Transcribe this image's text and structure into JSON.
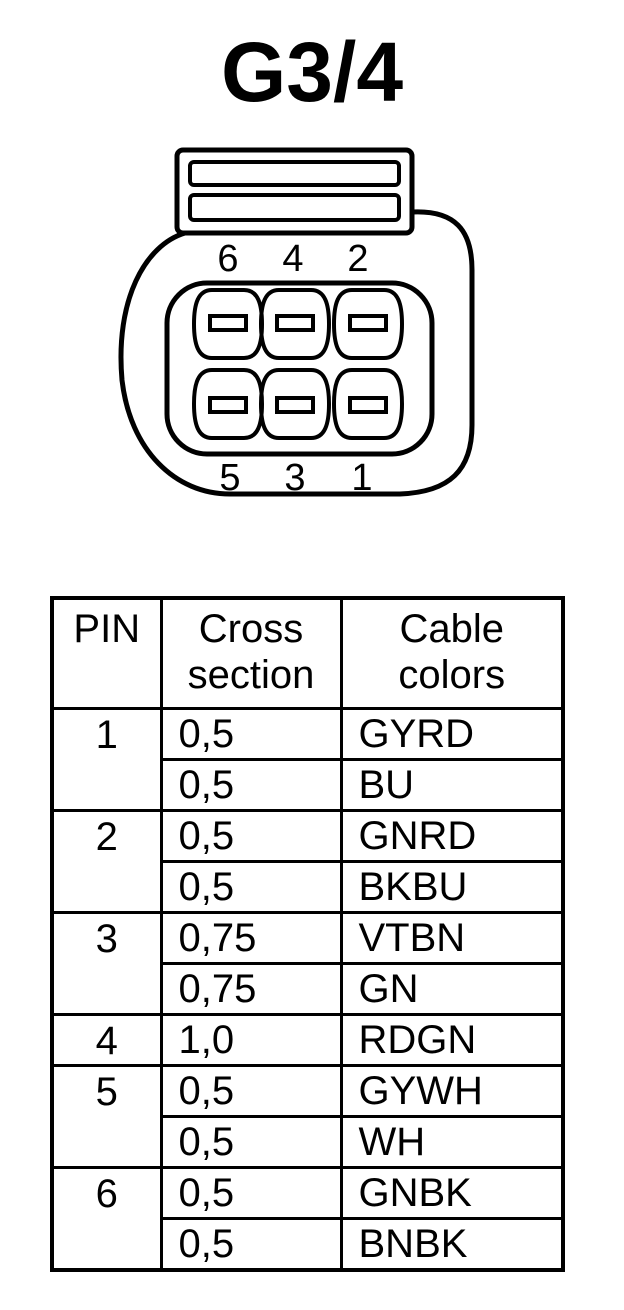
{
  "title": "G3/4",
  "connector": {
    "top_pins": [
      "6",
      "4",
      "2"
    ],
    "bottom_pins": [
      "5",
      "3",
      "1"
    ]
  },
  "table": {
    "headers": {
      "pin": "PIN",
      "cross_section_line1": "Cross",
      "cross_section_line2": "section",
      "cable_colors_line1": "Cable",
      "cable_colors_line2": "colors"
    },
    "groups": [
      {
        "pin": "1",
        "rows": [
          {
            "cross": "0,5",
            "color": "GYRD"
          },
          {
            "cross": "0,5",
            "color": "BU"
          }
        ]
      },
      {
        "pin": "2",
        "rows": [
          {
            "cross": "0,5",
            "color": "GNRD"
          },
          {
            "cross": "0,5",
            "color": "BKBU"
          }
        ]
      },
      {
        "pin": "3",
        "rows": [
          {
            "cross": "0,75",
            "color": "VTBN"
          },
          {
            "cross": "0,75",
            "color": "GN"
          }
        ]
      },
      {
        "pin": "4",
        "rows": [
          {
            "cross": "1,0",
            "color": "RDGN"
          }
        ]
      },
      {
        "pin": "5",
        "rows": [
          {
            "cross": "0,5",
            "color": "GYWH"
          },
          {
            "cross": "0,5",
            "color": "WH"
          }
        ]
      },
      {
        "pin": "6",
        "rows": [
          {
            "cross": "0,5",
            "color": "GNBK"
          },
          {
            "cross": "0,5",
            "color": "BNBK"
          }
        ]
      }
    ]
  }
}
